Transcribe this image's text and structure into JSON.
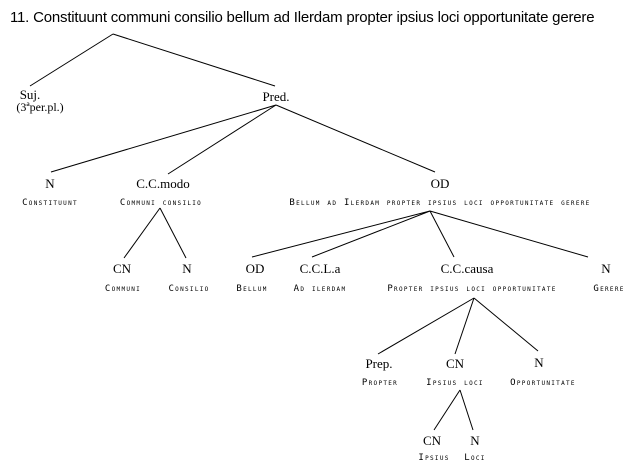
{
  "title": "11. Constituunt communi consilio bellum ad Ilerdam propter ipsius loci opportunitate gerere",
  "line_color": "#000000",
  "nodes": {
    "root": {
      "label": ""
    },
    "suj": {
      "label": "Suj.",
      "note": "(3ªper.pl.)"
    },
    "pred": {
      "label": "Pred."
    },
    "n1": {
      "label": "N",
      "words": "Constituunt"
    },
    "ccmodo": {
      "label": "C.C.modo",
      "words": "Communi consilio"
    },
    "od1": {
      "label": "OD",
      "words": "Bellum ad Ilerdam propter ipsius loci opportunitate gerere"
    },
    "cn1": {
      "label": "CN",
      "words": "Communi"
    },
    "n2": {
      "label": "N",
      "words": "Consilio"
    },
    "od2": {
      "label": "OD",
      "words": "Bellum"
    },
    "ccla": {
      "label": "C.C.L.a",
      "words": "Ad ilerdam"
    },
    "cccausa": {
      "label": "C.C.causa",
      "words": "Propter ipsius loci opportunitate"
    },
    "n3": {
      "label": "N",
      "words": "Gerere"
    },
    "prep": {
      "label": "Prep.",
      "words": "Propter"
    },
    "cn2": {
      "label": "CN",
      "words": "Ipsius loci"
    },
    "n4": {
      "label": "N",
      "words": "Opportunitate"
    },
    "cn3": {
      "label": "CN",
      "words": "Ipsius"
    },
    "n5": {
      "label": "N",
      "words": "Loci"
    }
  },
  "edges": [
    [
      "root",
      "suj"
    ],
    [
      "root",
      "pred"
    ],
    [
      "pred",
      "n1"
    ],
    [
      "pred",
      "ccmodo"
    ],
    [
      "pred",
      "od1"
    ],
    [
      "ccmodo",
      "cn1"
    ],
    [
      "ccmodo",
      "n2"
    ],
    [
      "od1",
      "od2"
    ],
    [
      "od1",
      "ccla"
    ],
    [
      "od1",
      "cccausa"
    ],
    [
      "od1",
      "n3"
    ],
    [
      "cccausa",
      "prep"
    ],
    [
      "cccausa",
      "cn2"
    ],
    [
      "cccausa",
      "n4"
    ],
    [
      "cn2",
      "cn3"
    ],
    [
      "cn2",
      "n5"
    ]
  ]
}
